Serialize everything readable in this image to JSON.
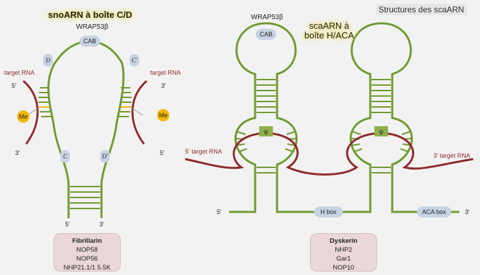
{
  "snorna": {
    "title": "snoARN à boîte C/D",
    "wrap_label": "WRAP53β",
    "cab_label": "CAB",
    "box_d": "D",
    "box_c_prime": "C'",
    "box_c": "C",
    "box_d_prime": "D'",
    "target_left": "target RNA",
    "target_right": "target RNA",
    "me_label": "Me",
    "end5_left": "5'",
    "end3_left": "3'",
    "end3_right": "3'",
    "end5_right": "5'",
    "stem5": "5'",
    "stem3": "3'",
    "proteins": {
      "head": "Fibrillarin",
      "items": [
        "NOP58",
        "NOP56",
        "NHP21.1/1 5.5K"
      ]
    }
  },
  "scarna": {
    "title": "scaARN à boîte H/ACA",
    "wrap_label": "WRAP53β",
    "cab_label": "CAB",
    "psi_label": "ψ",
    "target_left": "5' target RNA",
    "target_right": "3' target RNA",
    "end5": "5'",
    "end3": "3'",
    "h_box": "H box",
    "aca_box": "ACA box",
    "proteins": {
      "head": "Dyskerin",
      "items": [
        "NHP2",
        "Gar1",
        "NOP10"
      ]
    }
  },
  "main_title": "Structures des scaARN",
  "colors": {
    "rna_green": "#6f9a2f",
    "target_red": "#8e2b2b",
    "box_blue": "#c7d3e3",
    "me_yellow": "#f2b705",
    "psi_green": "#8fb04a",
    "protein_box": "#ead7d7"
  }
}
